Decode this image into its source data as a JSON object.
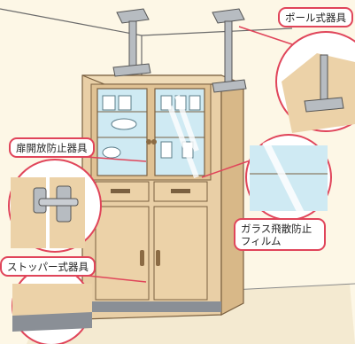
{
  "labels": {
    "pole": "ポール式器具",
    "door": "扉開放防止器具",
    "glass_line1": "ガラス飛散防止",
    "glass_line2": "フィルム",
    "stopper": "ストッパー式器具"
  },
  "colors": {
    "background": "#fdf7e6",
    "label_border": "#e0455a",
    "cabinet": "#e9cfa6",
    "glass": "#cfeaf3"
  }
}
